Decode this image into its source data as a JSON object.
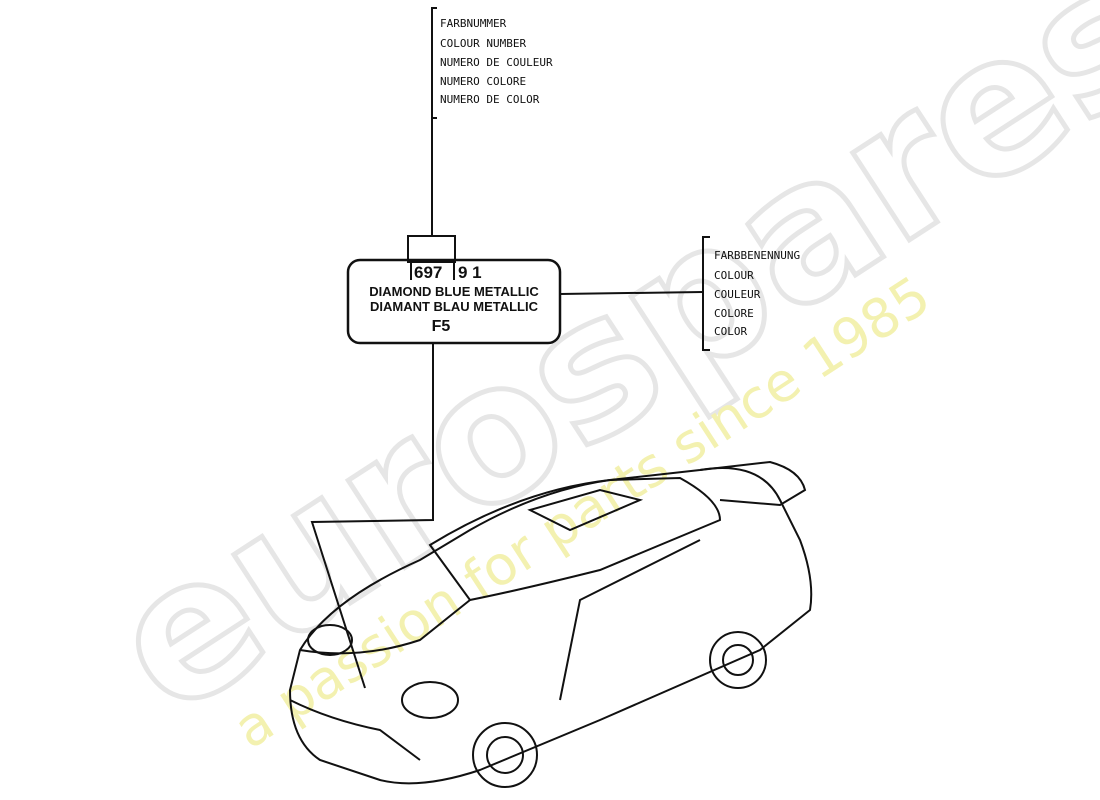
{
  "watermark": {
    "brand": "eurospares",
    "tagline": "a passion for parts since 1985",
    "tagline_color": "#f3f1b0"
  },
  "top_callout": {
    "lines": [
      "FARBNUMMER",
      "COLOUR NUMBER",
      "NUMERO DE COULEUR",
      "NUMERO COLORE",
      "NUMERO DE COLOR"
    ]
  },
  "right_callout": {
    "lines": [
      "FARBBENENNUNG",
      "COLOUR",
      "COULEUR",
      "COLORE",
      "COLOR"
    ]
  },
  "paint_label": {
    "code_part1": "697",
    "code_part2": "9 1",
    "name_en": "DIAMOND BLUE METALLIC",
    "name_de": "DIAMANT BLAU METALLIC",
    "code_short": "F5"
  },
  "vehicle": {
    "icon": "car-outline"
  }
}
